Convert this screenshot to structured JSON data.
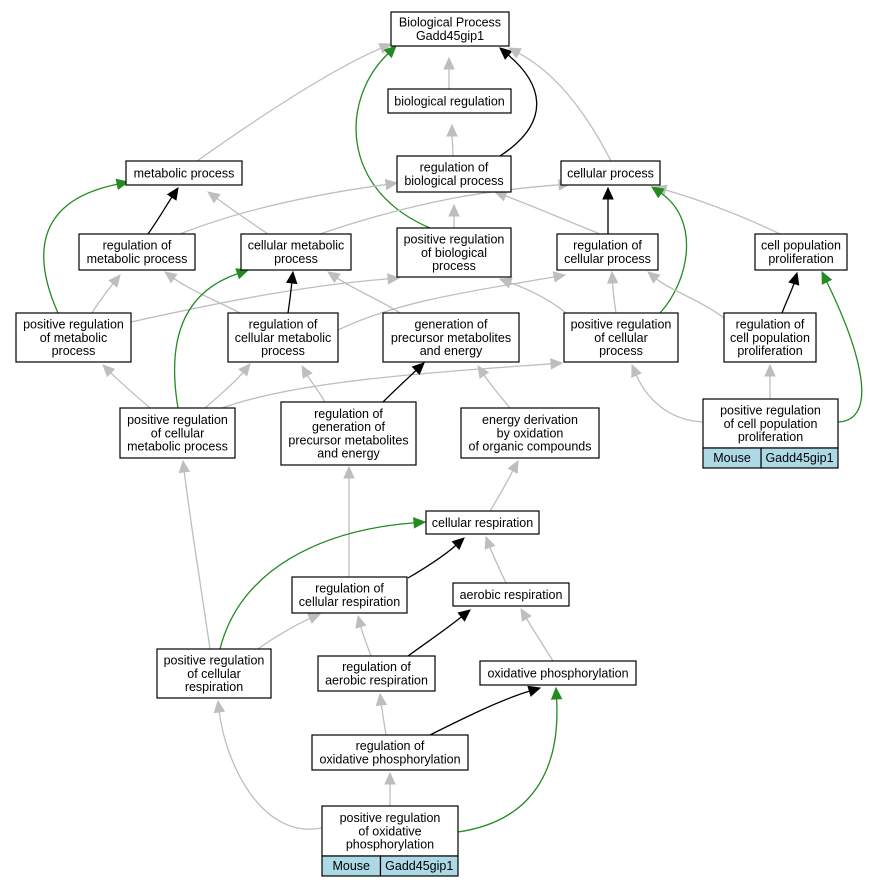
{
  "colors": {
    "is_a": "#bebebe",
    "regulates": "#000000",
    "positively_regulates": "#228b22",
    "tag_fill": "#add8e6"
  },
  "nodes": {
    "n_bp": {
      "lines": [
        "Biological Process",
        "Gadd45gip1"
      ]
    },
    "n_breg": {
      "lines": [
        "biological regulation"
      ]
    },
    "n_rbp": {
      "lines": [
        "regulation of",
        "biological process"
      ]
    },
    "n_met": {
      "lines": [
        "metabolic process"
      ]
    },
    "n_cp": {
      "lines": [
        "cellular process"
      ]
    },
    "n_rmet": {
      "lines": [
        "regulation of",
        "metabolic process"
      ]
    },
    "n_cmet": {
      "lines": [
        "cellular metabolic",
        "process"
      ]
    },
    "n_prbp": {
      "lines": [
        "positive regulation",
        "of biological",
        "process"
      ]
    },
    "n_rcp": {
      "lines": [
        "regulation of",
        "cellular process"
      ]
    },
    "n_cpp": {
      "lines": [
        "cell population",
        "proliferation"
      ]
    },
    "n_prmet": {
      "lines": [
        "positive regulation",
        "of metabolic",
        "process"
      ]
    },
    "n_rcmet": {
      "lines": [
        "regulation of",
        "cellular metabolic",
        "process"
      ]
    },
    "n_gpme": {
      "lines": [
        "generation of",
        "precursor metabolites",
        "and energy"
      ]
    },
    "n_prcp": {
      "lines": [
        "positive regulation",
        "of cellular",
        "process"
      ]
    },
    "n_rcpp": {
      "lines": [
        "regulation of",
        "cell population",
        "proliferation"
      ]
    },
    "n_prcmet": {
      "lines": [
        "positive regulation",
        "of cellular",
        "metabolic process"
      ]
    },
    "n_rgpme": {
      "lines": [
        "regulation of",
        "generation of",
        "precursor metabolites",
        "and energy"
      ]
    },
    "n_edoc": {
      "lines": [
        "energy derivation",
        "by oxidation",
        "of organic compounds"
      ]
    },
    "n_prcpp": {
      "lines": [
        "positive regulation",
        "of cell population",
        "proliferation"
      ],
      "tags": [
        "Mouse",
        "Gadd45gip1"
      ]
    },
    "n_cr": {
      "lines": [
        "cellular respiration"
      ]
    },
    "n_rcr": {
      "lines": [
        "regulation of",
        "cellular respiration"
      ]
    },
    "n_ar": {
      "lines": [
        "aerobic respiration"
      ]
    },
    "n_prcr": {
      "lines": [
        "positive regulation",
        "of cellular",
        "respiration"
      ]
    },
    "n_rar": {
      "lines": [
        "regulation of",
        "aerobic respiration"
      ]
    },
    "n_op": {
      "lines": [
        "oxidative phosphorylation"
      ]
    },
    "n_rop": {
      "lines": [
        "regulation of",
        "oxidative phosphorylation"
      ]
    },
    "n_prop": {
      "lines": [
        "positive regulation",
        "of oxidative",
        "phosphorylation"
      ],
      "tags": [
        "Mouse",
        "Gadd45gip1"
      ]
    }
  },
  "edges": [
    {
      "from": "n_breg",
      "to": "n_bp",
      "type": "is_a"
    },
    {
      "from": "n_rbp",
      "to": "n_breg",
      "type": "is_a"
    },
    {
      "from": "n_rbp",
      "to": "n_bp",
      "type": "regulates"
    },
    {
      "from": "n_met",
      "to": "n_bp",
      "type": "is_a"
    },
    {
      "from": "n_cp",
      "to": "n_bp",
      "type": "is_a"
    },
    {
      "from": "n_prbp",
      "to": "n_bp",
      "type": "positively_regulates"
    },
    {
      "from": "n_prbp",
      "to": "n_rbp",
      "type": "is_a"
    },
    {
      "from": "n_rmet",
      "to": "n_met",
      "type": "regulates"
    },
    {
      "from": "n_rmet",
      "to": "n_rbp",
      "type": "is_a"
    },
    {
      "from": "n_cmet",
      "to": "n_met",
      "type": "is_a"
    },
    {
      "from": "n_cmet",
      "to": "n_cp",
      "type": "is_a"
    },
    {
      "from": "n_rcp",
      "to": "n_cp",
      "type": "regulates"
    },
    {
      "from": "n_rcp",
      "to": "n_rbp",
      "type": "is_a"
    },
    {
      "from": "n_cpp",
      "to": "n_cp",
      "type": "is_a"
    },
    {
      "from": "n_prmet",
      "to": "n_met",
      "type": "positively_regulates"
    },
    {
      "from": "n_prmet",
      "to": "n_rmet",
      "type": "is_a"
    },
    {
      "from": "n_prmet",
      "to": "n_prbp",
      "type": "is_a"
    },
    {
      "from": "n_rcmet",
      "to": "n_cmet",
      "type": "regulates"
    },
    {
      "from": "n_rcmet",
      "to": "n_rmet",
      "type": "is_a"
    },
    {
      "from": "n_rcmet",
      "to": "n_rcp",
      "type": "is_a"
    },
    {
      "from": "n_gpme",
      "to": "n_cmet",
      "type": "is_a"
    },
    {
      "from": "n_prcp",
      "to": "n_cp",
      "type": "positively_regulates"
    },
    {
      "from": "n_prcp",
      "to": "n_rcp",
      "type": "is_a"
    },
    {
      "from": "n_prcp",
      "to": "n_prbp",
      "type": "is_a"
    },
    {
      "from": "n_rcpp",
      "to": "n_cpp",
      "type": "regulates"
    },
    {
      "from": "n_rcpp",
      "to": "n_rcp",
      "type": "is_a"
    },
    {
      "from": "n_prcmet",
      "to": "n_cmet",
      "type": "positively_regulates"
    },
    {
      "from": "n_prcmet",
      "to": "n_prmet",
      "type": "is_a"
    },
    {
      "from": "n_prcmet",
      "to": "n_rcmet",
      "type": "is_a"
    },
    {
      "from": "n_prcmet",
      "to": "n_prcp",
      "type": "is_a"
    },
    {
      "from": "n_rgpme",
      "to": "n_gpme",
      "type": "regulates"
    },
    {
      "from": "n_rgpme",
      "to": "n_rcmet",
      "type": "is_a"
    },
    {
      "from": "n_edoc",
      "to": "n_gpme",
      "type": "is_a"
    },
    {
      "from": "n_prcpp",
      "to": "n_cpp",
      "type": "positively_regulates"
    },
    {
      "from": "n_prcpp",
      "to": "n_rcpp",
      "type": "is_a"
    },
    {
      "from": "n_prcpp",
      "to": "n_prcp",
      "type": "is_a"
    },
    {
      "from": "n_cr",
      "to": "n_edoc",
      "type": "is_a"
    },
    {
      "from": "n_rcr",
      "to": "n_cr",
      "type": "regulates"
    },
    {
      "from": "n_rcr",
      "to": "n_rgpme",
      "type": "is_a"
    },
    {
      "from": "n_ar",
      "to": "n_cr",
      "type": "is_a"
    },
    {
      "from": "n_prcr",
      "to": "n_cr",
      "type": "positively_regulates"
    },
    {
      "from": "n_prcr",
      "to": "n_rcr",
      "type": "is_a"
    },
    {
      "from": "n_prcr",
      "to": "n_prcmet",
      "type": "is_a"
    },
    {
      "from": "n_rar",
      "to": "n_ar",
      "type": "regulates"
    },
    {
      "from": "n_rar",
      "to": "n_rcr",
      "type": "is_a"
    },
    {
      "from": "n_op",
      "to": "n_ar",
      "type": "is_a"
    },
    {
      "from": "n_rop",
      "to": "n_op",
      "type": "regulates"
    },
    {
      "from": "n_rop",
      "to": "n_rar",
      "type": "is_a"
    },
    {
      "from": "n_prop",
      "to": "n_op",
      "type": "positively_regulates"
    },
    {
      "from": "n_prop",
      "to": "n_rop",
      "type": "is_a"
    },
    {
      "from": "n_prop",
      "to": "n_prcr",
      "type": "is_a"
    }
  ]
}
